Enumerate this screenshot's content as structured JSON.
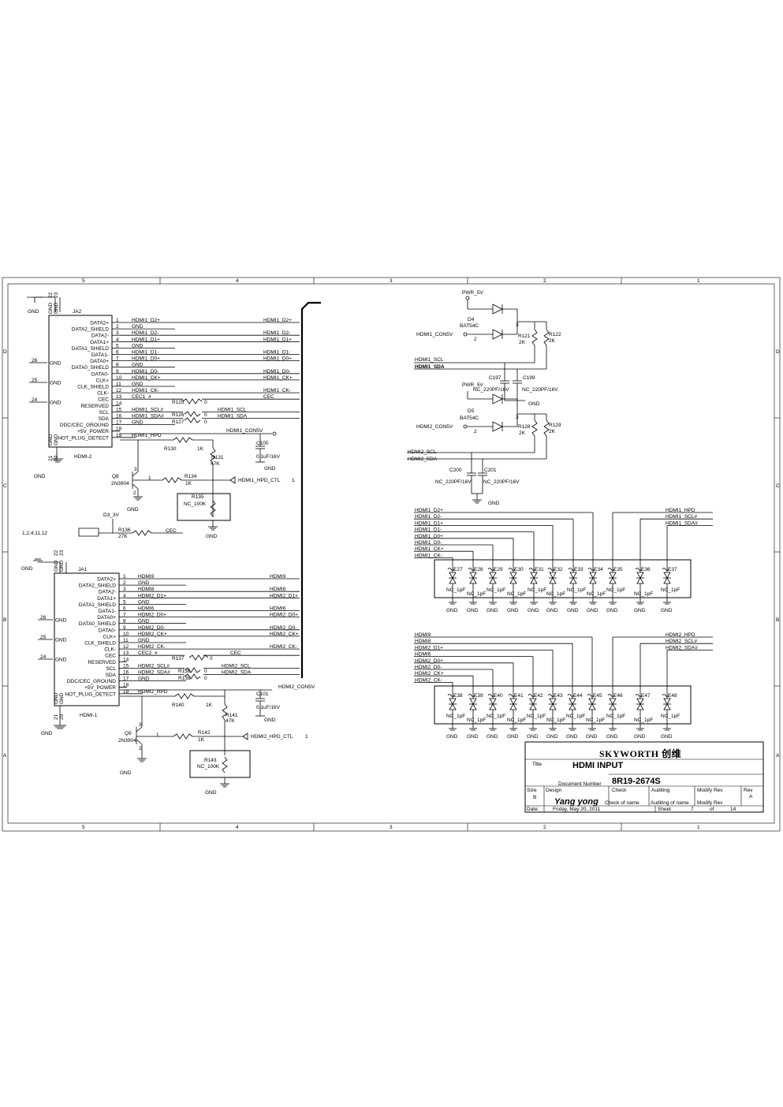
{
  "border": {
    "cols_top": [
      "5",
      "4",
      "3",
      "2",
      "1"
    ],
    "cols_bottom": [
      "5",
      "4",
      "3",
      "2",
      "1"
    ],
    "rows_left": [
      "D",
      "C",
      "B",
      "A"
    ],
    "rows_right": [
      "D",
      "C",
      "B",
      "A"
    ]
  },
  "ja2": {
    "ref": "JA2",
    "part": "HDMI-2",
    "pins_left": [
      "DATA2+",
      "DATA2_SHIELD",
      "DATA2-",
      "DATA1+",
      "DATA1_SHIELD",
      "DATA1-",
      "DATA0+",
      "DATA0_SHIELD",
      "DATA0-",
      "CLK+",
      "CLK_SHIELD",
      "CLK-",
      "CEC",
      "RESERVED",
      "SCL",
      "SDA",
      "DDC/CEC_GROUND",
      "+5V_POWER",
      "HOT_PLUG_DETECT"
    ],
    "pin_nums": [
      "1",
      "2",
      "3",
      "4",
      "5",
      "6",
      "7",
      "8",
      "9",
      "10",
      "11",
      "12",
      "13",
      "14",
      "15",
      "16",
      "17",
      "18",
      "19"
    ],
    "nets": [
      "HDMI1_D2+",
      "GND",
      "HDMI1_D2-",
      "HDMI1_D1+",
      "GND",
      "HDMI1_D1-",
      "HDMI1_D0+",
      "GND",
      "HDMI1_D0-",
      "HDMI1_CK+",
      "GND",
      "HDMI1_CK-",
      "CEC1_#",
      "",
      "HDMI1_SCL#",
      "HDMI1_SDA#",
      "GND",
      "",
      "HDMI1_HPD"
    ],
    "right_nets": [
      "HDMI1_D2+",
      "",
      "HDMI1_D2-",
      "HDMI1_D1+",
      "",
      "HDMI1_D1-",
      "HDMI1_D0+",
      "",
      "HDMI1_D0-",
      "HDMI1_CK+",
      "",
      "HDMI1_CK-",
      "CEC",
      "",
      "HDMI1_SCL",
      "HDMI1_SDA",
      "",
      "",
      ""
    ],
    "gnd_top": [
      "GND",
      "GND"
    ],
    "gnd_top_nums": [
      "22",
      "23"
    ],
    "gnd_side": [
      "GND",
      "GND",
      "GND"
    ],
    "gnd_side_nums": [
      "26",
      "25",
      "24"
    ],
    "gnd_bot_nums": [
      "21",
      "20"
    ],
    "gnd_bot": [
      "GND",
      "GND"
    ],
    "gnd_label": "GND"
  },
  "ja1": {
    "ref": "JA1",
    "part": "HDMI-1",
    "pins_left": [
      "DATA2+",
      "DATA2_SHIELD",
      "DATA2-",
      "DATA1+",
      "DATA1_SHIELD",
      "DATA1-",
      "DATA0+",
      "DATA0_SHIELD",
      "DATA0-",
      "CLK+",
      "CLK_SHIELD",
      "CLK-",
      "CEC",
      "RESERVED",
      "SCL",
      "SDA",
      "DDC/CEC_GROUND",
      "+5V_POWER",
      "HOT_PLUG_DETECT"
    ],
    "pin_nums": [
      "1",
      "2",
      "3",
      "4",
      "5",
      "6",
      "7",
      "8",
      "9",
      "10",
      "11",
      "12",
      "13",
      "14",
      "15",
      "16",
      "17",
      "18",
      "19"
    ],
    "nets": [
      "HDMI9",
      "GND",
      "HDMI8",
      "HDMI2_D1+",
      "GND",
      "HDMI6",
      "HDMI2_D0+",
      "GND",
      "HDMI2_D0-",
      "HDMI2_CK+",
      "GND",
      "HDMI2_CK-",
      "CEC2_#",
      "",
      "HDMI2_SCL#",
      "HDMI2_SDA#",
      "GND",
      "",
      "HDMI2_HPD"
    ],
    "right_nets": [
      "HDMI9",
      "",
      "HDMI8",
      "HDMI2_D1+",
      "",
      "HDMI6",
      "HDMI2_D0+",
      "",
      "HDMI2_D0-",
      "HDMI2_CK+",
      "",
      "HDMI2_CK-",
      "CEC",
      "",
      "HDMI2_SCL",
      "HDMI2_SDA",
      "",
      "",
      ""
    ],
    "gnd_top": [
      "GND",
      "GND"
    ],
    "gnd_top_nums": [
      "22",
      "23"
    ],
    "gnd_side": [
      "GND",
      "GND",
      "GND"
    ],
    "gnd_side_nums": [
      "26",
      "25",
      "24"
    ],
    "gnd_bot_nums": [
      "21",
      "20"
    ],
    "gnd_bot": [
      "GND",
      "GND"
    ],
    "gnd_label": "GND"
  },
  "parts1": {
    "r125": "R125",
    "r125_val": "0",
    "r126": "R126",
    "r126_val": "0",
    "r127": "R127",
    "r127_val": "0",
    "con5v": "HDMI1_CON5V",
    "c100": "C100",
    "c100_val": "0.1uF/16V",
    "c100_gnd": "GND",
    "r130": "R130",
    "r130_val": "1K",
    "r131": "R131",
    "r131_val": "47K",
    "q8": "Q8",
    "q8_part": "2N3904",
    "q_pins": [
      "1",
      "2",
      "3"
    ],
    "r134": "R134",
    "r134_val": "1K",
    "hpd_ctl": "HDMI1_HPD_CTL",
    "hpd_ctl_num": "1",
    "r135": "R135",
    "r135_val": "NC_100K",
    "gnd_q": "GND",
    "gnd_r": "GND",
    "gnd_conn": "GND"
  },
  "parts2": {
    "r137": "R137",
    "r137_val": "0",
    "r138": "R138",
    "r138_val": "0",
    "r139": "R139",
    "r139_val": "0",
    "con5v": "HDMI2_CON5V",
    "c101": "C101",
    "c101_val": "0.1uF/16V",
    "c101_gnd": "GND",
    "r140": "R140",
    "r140_val": "1K",
    "r141": "R141",
    "r141_val": "47K",
    "q9": "Q9",
    "q9_part": "2N3904",
    "q_pins": [
      "1",
      "2",
      "3"
    ],
    "r142": "R142",
    "r142_val": "1K",
    "hpd_ctl": "HDMI2_HPD_CTL",
    "hpd_ctl_num": "1",
    "r143": "R143",
    "r143_val": "NC_100K",
    "gnd_q": "GND",
    "gnd_r": "GND",
    "gnd_conn": "GND"
  },
  "d3": {
    "net": "D3_3V",
    "off_page": "1,2,4,11,12",
    "r136": "R136",
    "r136_val": "27K",
    "cec": "CEC"
  },
  "ddc1": {
    "pwr": "PWR_5V",
    "d": "D4",
    "d_part": "BAT54C",
    "con": "HDMI1_CON5V",
    "pin2": "2",
    "pin3": "3",
    "r121": "R121",
    "r121_val": "2K",
    "r122": "R122",
    "r122_val": "2K",
    "scl": "HDMI1_SCL",
    "sda": "HDMI1_SDA",
    "c197": "C197",
    "c199": "C199",
    "c197_val": "NC_220PF/16V",
    "c199_val": "NC_220PF/16V",
    "gnd": "GND"
  },
  "ddc2": {
    "pwr": "PWR_5V",
    "d": "D5",
    "d_part": "BAT54C",
    "con": "HDMI2_CON5V",
    "pin2": "2",
    "pin3": "3",
    "r128": "R128",
    "r128_val": "2K",
    "r129": "R129",
    "r129_val": "2K",
    "scl": "HDMI2_SCL",
    "sda": "HDMI2_SDA",
    "c200": "C200",
    "c201": "C201",
    "c200_val": "NC_220PF/16V",
    "c201_val": "NC_220PF/16V",
    "gnd": "GND"
  },
  "esd1": {
    "nets_left": [
      "HDMI1_D2+",
      "HDMI1_D2-",
      "HDMI1_D1+",
      "HDMI1_D1-",
      "HDMI1_D0+",
      "HDMI1_D0-",
      "HDMI1_CK+",
      "HDMI1_CK-"
    ],
    "nets_right": [
      "HDMI1_HPD",
      "HDMI1_SCL#",
      "HDMI1_SDA#"
    ],
    "refs": [
      "E27",
      "E28",
      "E29",
      "E30",
      "E31",
      "E32",
      "E33",
      "E34",
      "E35",
      "E36",
      "E37"
    ],
    "vals": [
      "NC_1pF",
      "NC_1pF",
      "NC_1pF",
      "NC_1pF",
      "NC_1pF",
      "NC_1pF",
      "NC_1pF",
      "NC_1pF",
      "NC_1pF",
      "NC_1pF",
      "NC_1pF"
    ],
    "gnds": [
      "GND",
      "GND",
      "GND",
      "GND",
      "GND",
      "GND",
      "GND",
      "GND",
      "GND",
      "GND",
      "GND"
    ]
  },
  "esd2": {
    "nets_left": [
      "HDMI9",
      "HDMI8",
      "HDMI2_D1+",
      "HDMI6",
      "HDMI2_D0+",
      "HDMI2_D0-",
      "HDMI2_CK+",
      "HDMI2_CK-"
    ],
    "nets_right": [
      "HDMI2_HPD",
      "HDMI2_SCL#",
      "HDMI2_SDA#"
    ],
    "refs": [
      "E38",
      "E39",
      "E40",
      "E41",
      "E42",
      "E43",
      "E44",
      "E45",
      "E46",
      "E47",
      "E48"
    ],
    "vals": [
      "NC_1pF",
      "NC_1pF",
      "NC_1pF",
      "NC_1pF",
      "NC_1pF",
      "NC_1pF",
      "NC_1pF",
      "NC_1pF",
      "NC_1pF",
      "NC_1pF",
      "NC_1pF"
    ],
    "gnds": [
      "GND",
      "GND",
      "GND",
      "GND",
      "GND",
      "GND",
      "GND",
      "GND",
      "GND",
      "GND",
      "GND"
    ]
  },
  "title_block": {
    "brand": "SKYWORTH 创维",
    "title_label": "Title",
    "title": "HDMI INPUT",
    "docnum_label": "Document Number",
    "docnum": "8R19-2674S",
    "size_label": "Size",
    "size": "B",
    "design_label": "Design",
    "designer": "Yang yong",
    "check_label": "Check",
    "check_val": "Check  of  name",
    "auditing_label": "Auditing",
    "auditing_val": "Auditing of name",
    "modify_label": "Modify Rev",
    "modify_val": "Modify Rev",
    "rev_label": "Rev",
    "rev": "A",
    "date_label": "Date:",
    "date": "Friday, May 20, 2011",
    "sheet_label": "Sheet",
    "sheet": "7",
    "of_label": "of",
    "total": "14"
  }
}
